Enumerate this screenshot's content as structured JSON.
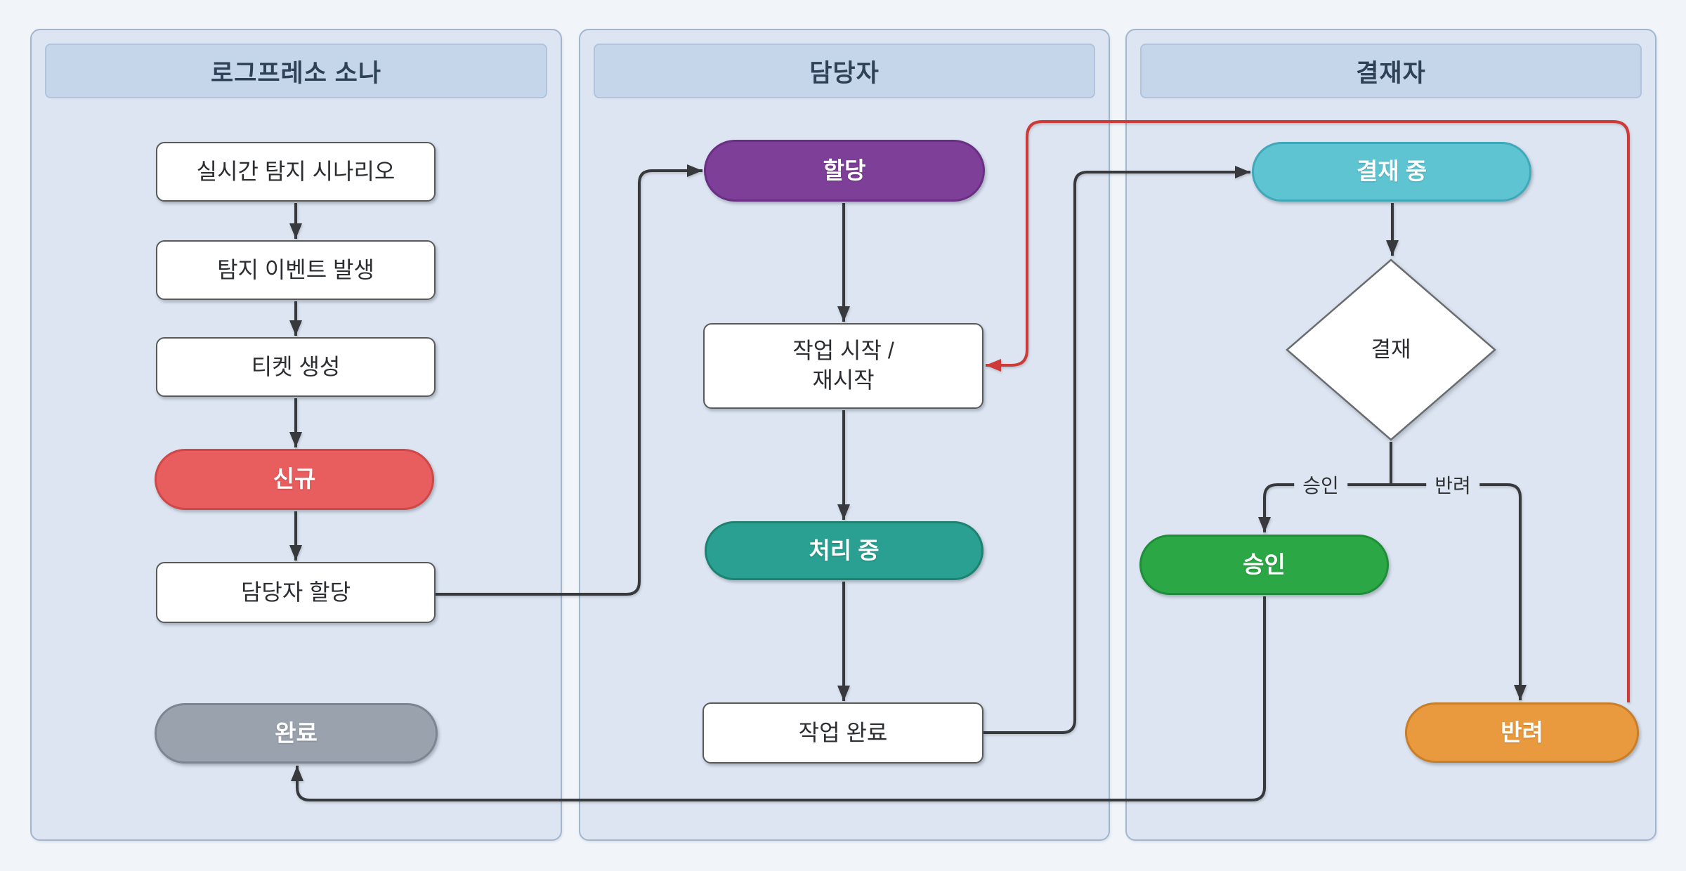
{
  "diagram": {
    "lanes": [
      {
        "title": "로그프레소 소나",
        "nodes": [
          {
            "label": "실시간 탐지 시나리오"
          },
          {
            "label": "탐지 이벤트 발생"
          },
          {
            "label": "티켓 생성"
          },
          {
            "label": "신규"
          },
          {
            "label": "담당자 할당"
          },
          {
            "label": "완료"
          }
        ]
      },
      {
        "title": "담당자",
        "nodes": [
          {
            "label": "할당"
          },
          {
            "label": "작업 시작 /\n재시작"
          },
          {
            "label": "처리 중"
          },
          {
            "label": "작업 완료"
          }
        ]
      },
      {
        "title": "결재자",
        "nodes": [
          {
            "label": "결재 중"
          },
          {
            "label": "결재"
          },
          {
            "label": "승인"
          },
          {
            "label": "반려"
          }
        ]
      }
    ],
    "edge_labels": [
      {
        "text": "승인"
      },
      {
        "text": "반려"
      }
    ],
    "colors": {
      "canvas_bg": "#f1f5fa",
      "lane_fill": "#dce5f1",
      "lane_border": "#a3b6cd",
      "header_fill": "#c6d6ea",
      "header_border": "#b1c4dc",
      "header_text": "#2d4257",
      "status_new": "#e85d5d",
      "status_new_border": "#cf4848",
      "status_assigned": "#7d3f98",
      "status_assigned_border": "#6a2f84",
      "status_processing": "#2aa092",
      "status_processing_border": "#1d8272",
      "status_approving": "#5fc4d2",
      "status_approving_border": "#3fa9ba",
      "status_approved": "#2ba845",
      "status_approved_border": "#1e8e38",
      "status_rejected": "#e99a3e",
      "status_rejected_border": "#c97e28",
      "status_done": "#9aa2ad",
      "status_done_border": "#7c8591",
      "edge": "#37393c",
      "edge_reject": "#ce3a37"
    }
  }
}
